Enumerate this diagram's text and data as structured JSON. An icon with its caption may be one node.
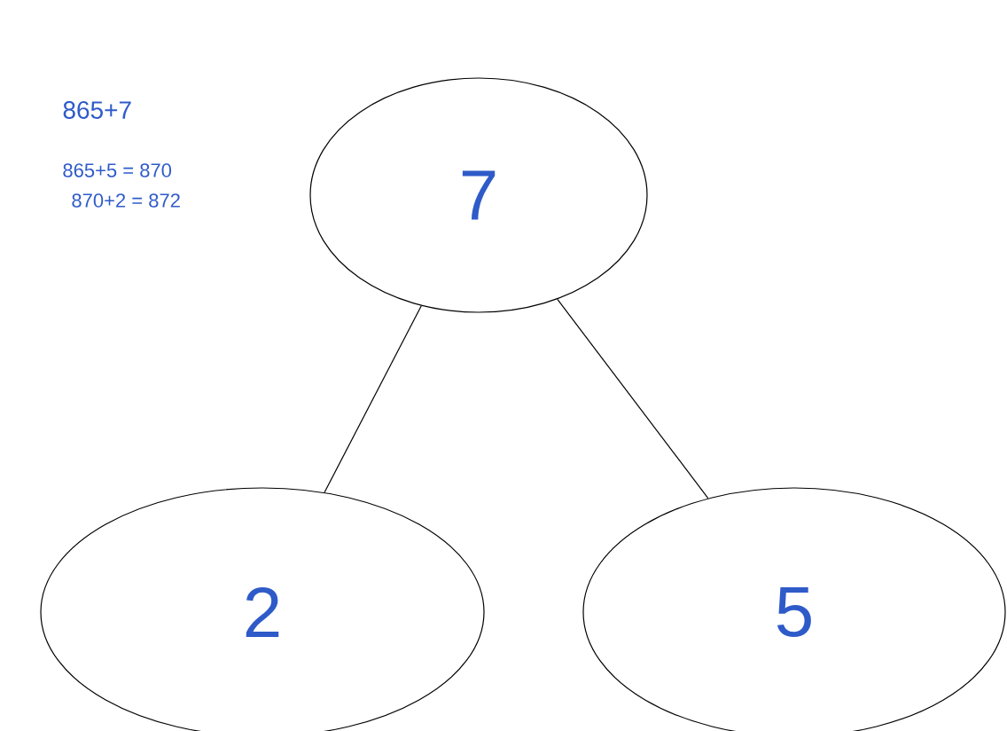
{
  "diagram": {
    "nodes": [
      {
        "text": [
          "7"
        ]
      },
      {
        "text": [
          "2"
        ]
      },
      {
        "text": [
          "5"
        ]
      }
    ],
    "edges": [
      {
        "from": 0,
        "to": 1,
        "arrow": "none"
      },
      {
        "from": 0,
        "to": 2,
        "arrow": "none"
      }
    ],
    "labels": [
      "865+7",
      "865+5 = 870",
      "870+2 = 872"
    ]
  }
}
